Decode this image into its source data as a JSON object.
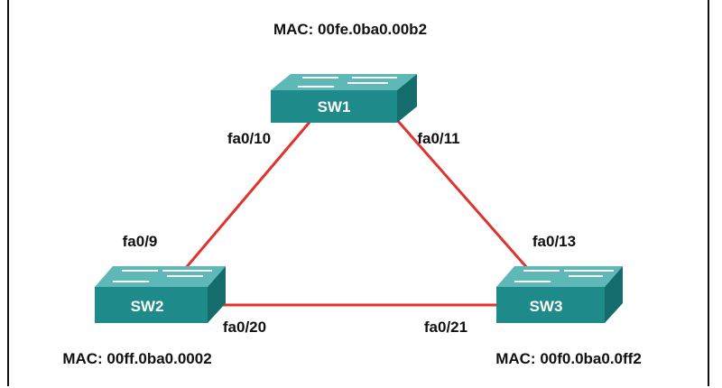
{
  "diagram": {
    "link_color": "#e0332f",
    "switch_top_color": "#5fb8b8",
    "switch_front_color": "#1f8a8a",
    "switch_side_color": "#146c6c",
    "switches": [
      {
        "id": "sw1",
        "name": "SW1",
        "mac": "MAC: 00fe.0ba0.00b2"
      },
      {
        "id": "sw2",
        "name": "SW2",
        "mac": "MAC: 00ff.0ba0.0002"
      },
      {
        "id": "sw3",
        "name": "SW3",
        "mac": "MAC: 00f0.0ba0.0ff2"
      }
    ],
    "links": [
      {
        "from": "SW1",
        "to": "SW2",
        "port_from": "fa0/10",
        "port_to": "fa0/9"
      },
      {
        "from": "SW1",
        "to": "SW3",
        "port_from": "fa0/11",
        "port_to": "fa0/13"
      },
      {
        "from": "SW2",
        "to": "SW3",
        "port_from": "fa0/20",
        "port_to": "fa0/21"
      }
    ]
  }
}
